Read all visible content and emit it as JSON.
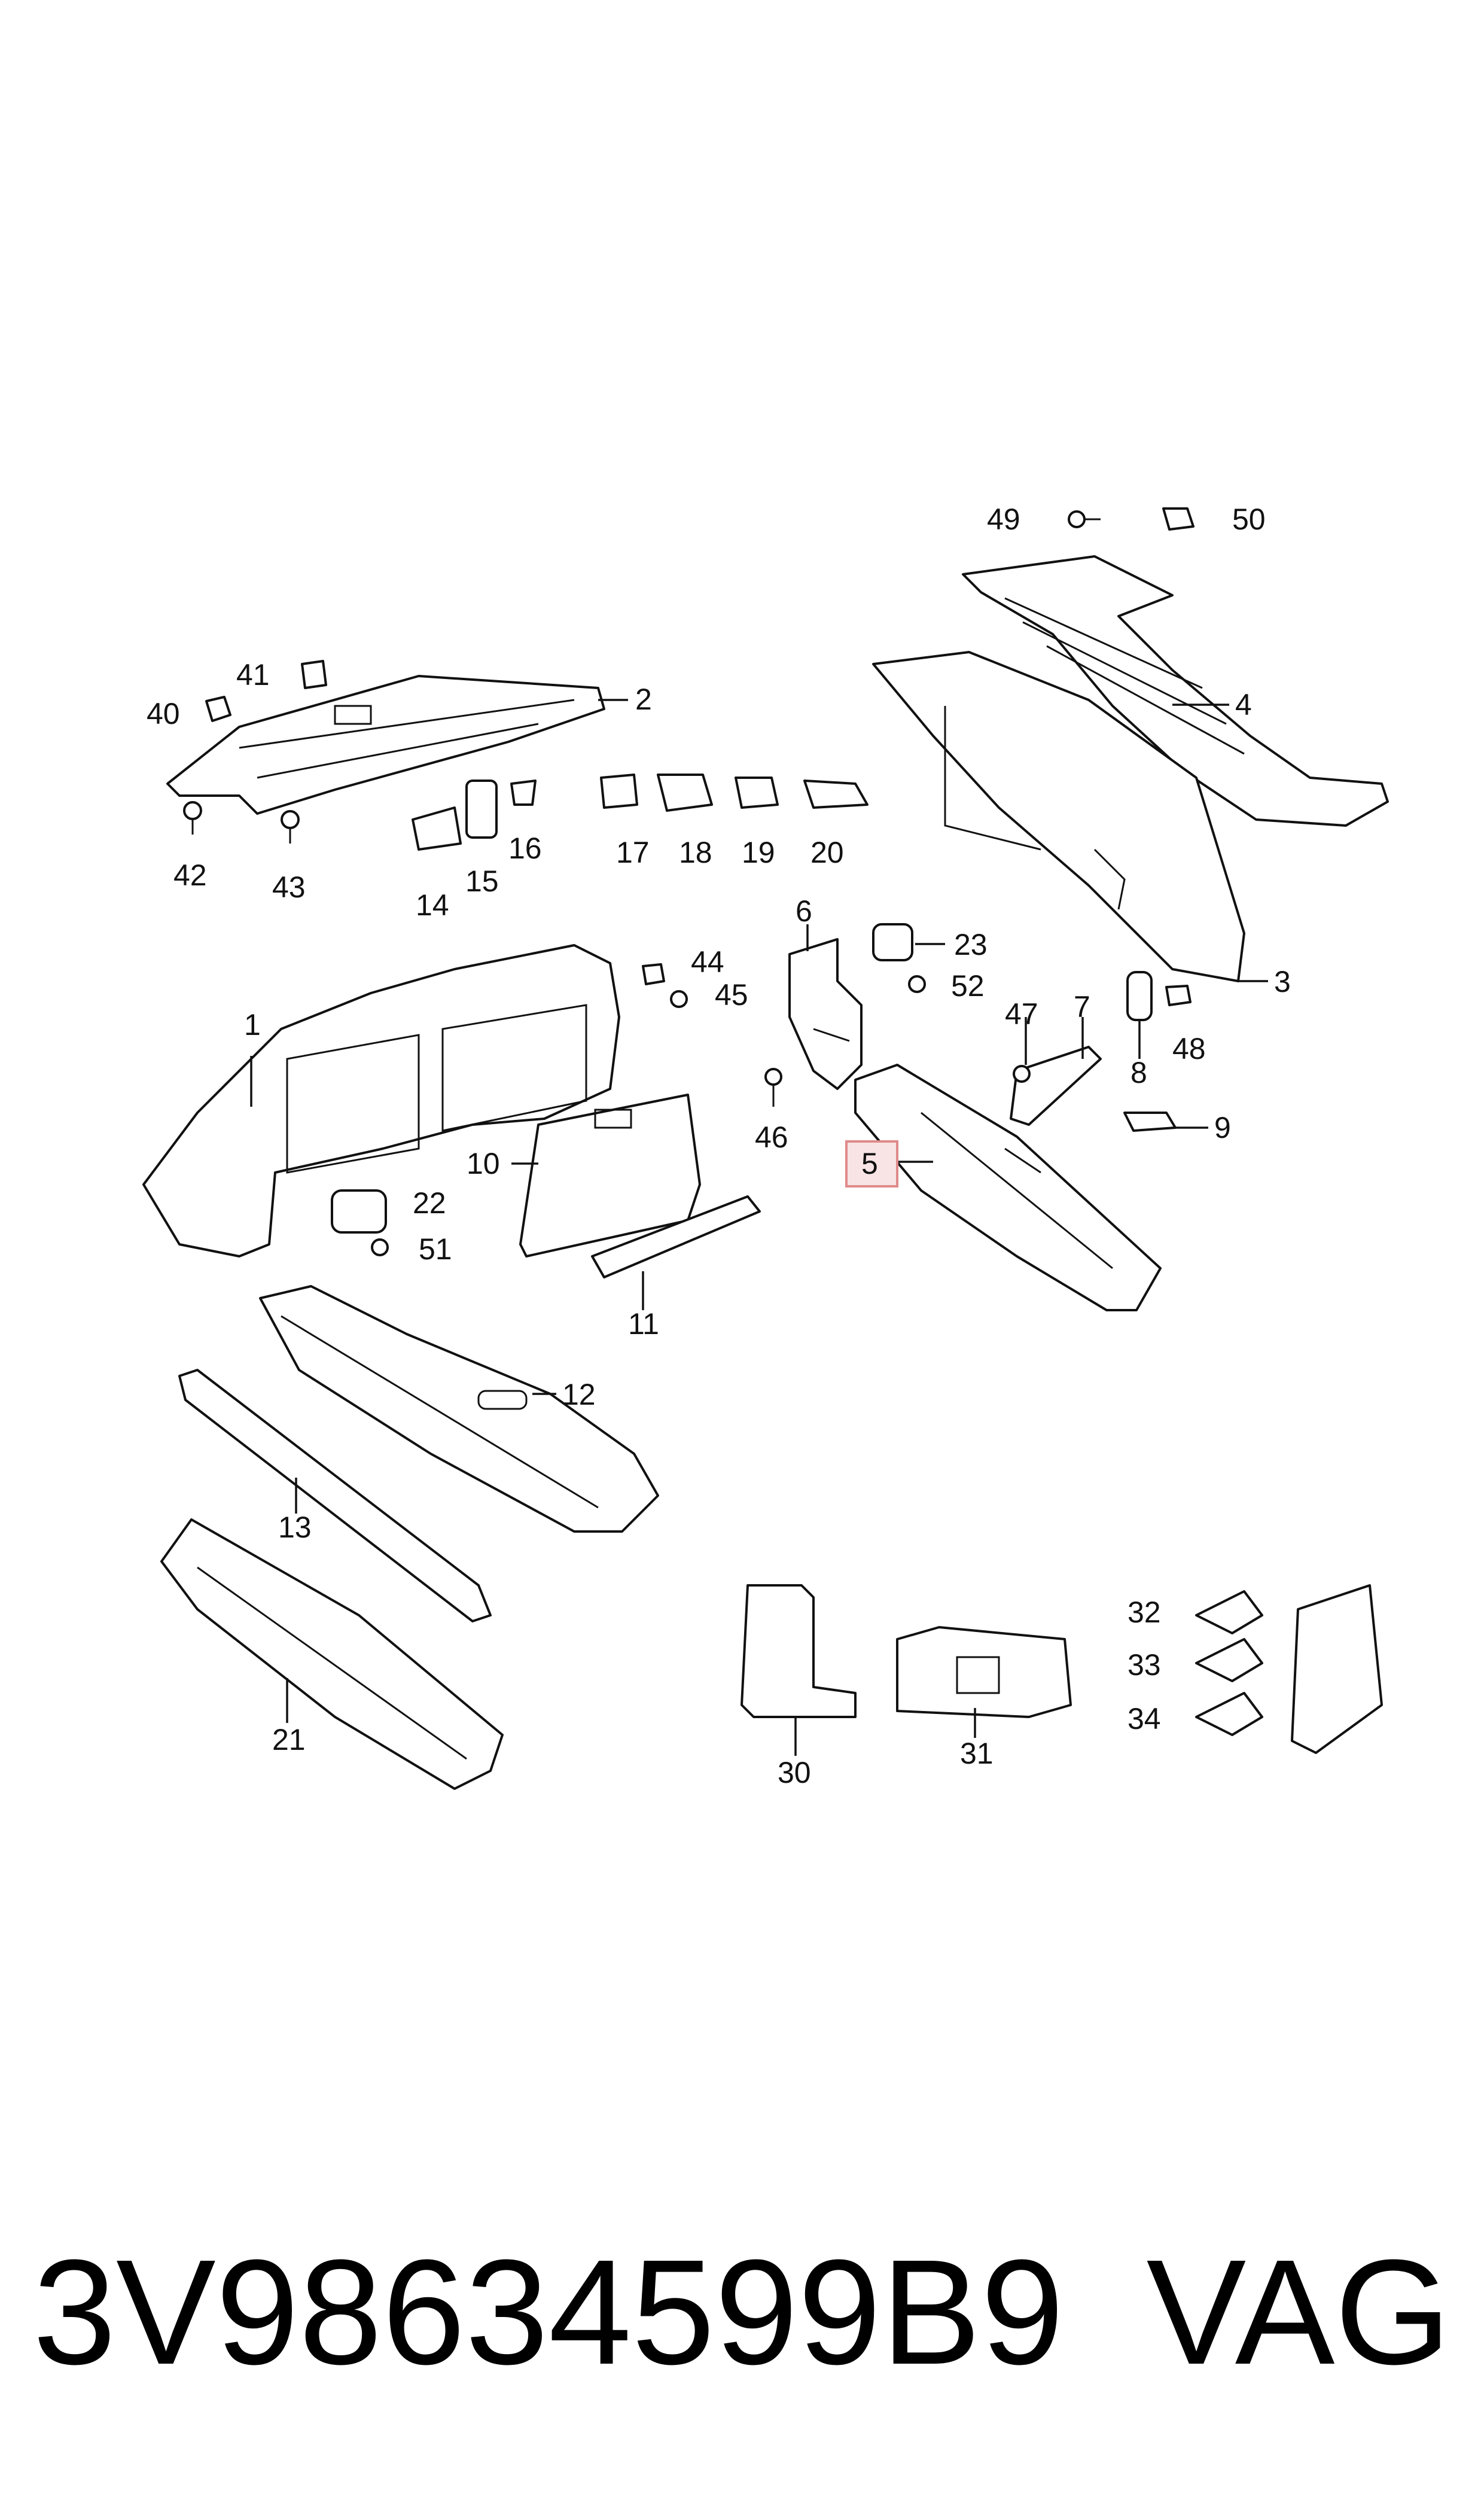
{
  "callouts": [
    {
      "id": "1",
      "label": "1"
    },
    {
      "id": "2",
      "label": "2"
    },
    {
      "id": "3",
      "label": "3"
    },
    {
      "id": "4",
      "label": "4"
    },
    {
      "id": "5",
      "label": "5",
      "highlighted": true
    },
    {
      "id": "6",
      "label": "6"
    },
    {
      "id": "7",
      "label": "7"
    },
    {
      "id": "8",
      "label": "8"
    },
    {
      "id": "9",
      "label": "9"
    },
    {
      "id": "10",
      "label": "10"
    },
    {
      "id": "11",
      "label": "11"
    },
    {
      "id": "12",
      "label": "12"
    },
    {
      "id": "13",
      "label": "13"
    },
    {
      "id": "14",
      "label": "14"
    },
    {
      "id": "15",
      "label": "15"
    },
    {
      "id": "16",
      "label": "16"
    },
    {
      "id": "17",
      "label": "17"
    },
    {
      "id": "18",
      "label": "18"
    },
    {
      "id": "19",
      "label": "19"
    },
    {
      "id": "20",
      "label": "20"
    },
    {
      "id": "21",
      "label": "21"
    },
    {
      "id": "22",
      "label": "22"
    },
    {
      "id": "23",
      "label": "23"
    },
    {
      "id": "30",
      "label": "30"
    },
    {
      "id": "31",
      "label": "31"
    },
    {
      "id": "32",
      "label": "32"
    },
    {
      "id": "33",
      "label": "33"
    },
    {
      "id": "34",
      "label": "34"
    },
    {
      "id": "40",
      "label": "40"
    },
    {
      "id": "41",
      "label": "41"
    },
    {
      "id": "42",
      "label": "42"
    },
    {
      "id": "43",
      "label": "43"
    },
    {
      "id": "44",
      "label": "44"
    },
    {
      "id": "45",
      "label": "45"
    },
    {
      "id": "46",
      "label": "46"
    },
    {
      "id": "47",
      "label": "47"
    },
    {
      "id": "48",
      "label": "48"
    },
    {
      "id": "49",
      "label": "49"
    },
    {
      "id": "50",
      "label": "50"
    },
    {
      "id": "51",
      "label": "51"
    },
    {
      "id": "52",
      "label": "52"
    }
  ],
  "highlight_color": "#e08a8a",
  "footer": {
    "part_number": "3V98634599B9",
    "brand": "VAG"
  }
}
